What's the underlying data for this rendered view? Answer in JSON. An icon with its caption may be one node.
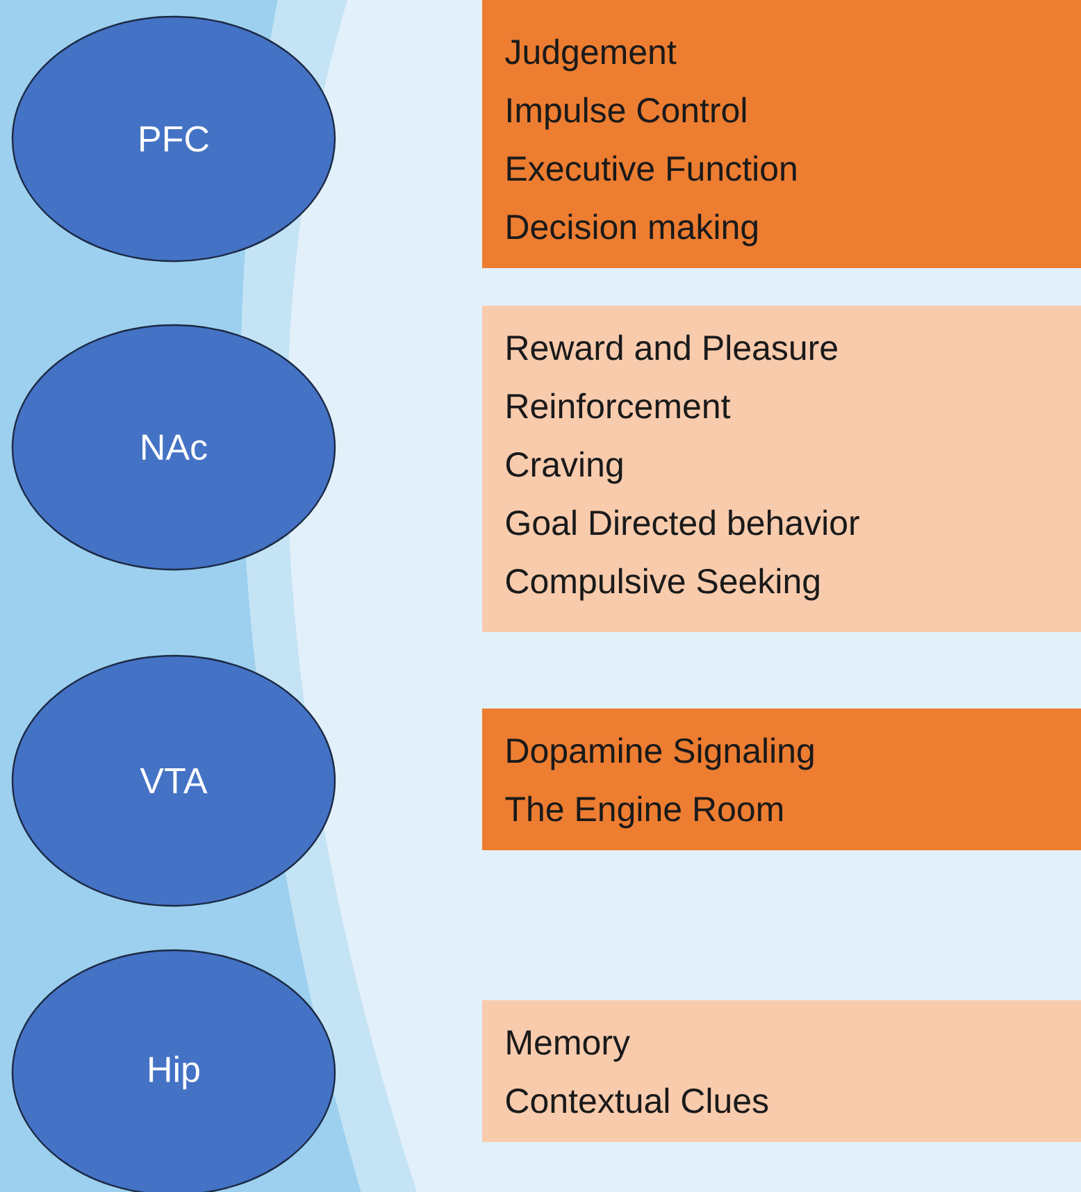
{
  "diagram": {
    "nodes": [
      {
        "text": [
          "PFC"
        ]
      },
      {
        "text": [
          "NAc"
        ]
      },
      {
        "text": [
          "VTA"
        ]
      },
      {
        "text": [
          "Hip"
        ]
      },
      {
        "text": [
          "Judgement",
          "Impulse Control",
          "Executive Function",
          "Decision making"
        ]
      },
      {
        "text": [
          "Reward and Pleasure",
          "Reinforcement",
          "Craving",
          "Goal Directed behavior",
          "Compulsive Seeking"
        ]
      },
      {
        "text": [
          "Dopamine Signaling",
          "The Engine Room"
        ]
      },
      {
        "text": [
          "Memory",
          "Contextual Clues"
        ]
      }
    ]
  }
}
